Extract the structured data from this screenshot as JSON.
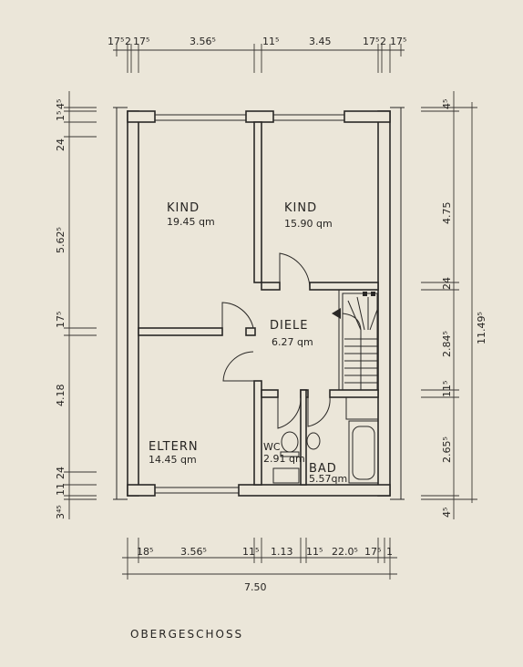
{
  "rooms": {
    "kind1": {
      "name": "KIND",
      "area": "19.45 qm"
    },
    "kind2": {
      "name": "KIND",
      "area": "15.90 qm"
    },
    "diele": {
      "name": "DIELE",
      "area": "6.27 qm"
    },
    "eltern": {
      "name": "ELTERN",
      "area": "14.45 qm"
    },
    "wc": {
      "name": "WC",
      "area": "2.91 qm"
    },
    "bad": {
      "name": "BAD",
      "area": "5.57qm"
    }
  },
  "dims_top": [
    "17⁵",
    "2",
    "17⁵",
    "3.56⁵",
    "11⁵",
    "3.45",
    "17⁵",
    "2",
    "17⁵"
  ],
  "dims_bottom": [
    "18⁵",
    "3.56⁵",
    "11⁵",
    "1.13",
    "11⁵",
    "22.0⁵",
    "17⁵",
    "1"
  ],
  "total_width": "7.50",
  "dims_left": [
    "4⁵",
    "1⁵",
    "24",
    "5.62⁵",
    "17⁵",
    "4.18",
    "24",
    "11",
    "3⁴⁵"
  ],
  "dims_right": [
    "4⁵",
    "4.75",
    "24",
    "2.84⁵",
    "11⁵",
    "2.65⁵",
    "4⁵"
  ],
  "total_depth": "11.49⁵",
  "floor_title": "OBERGESCHOSS"
}
